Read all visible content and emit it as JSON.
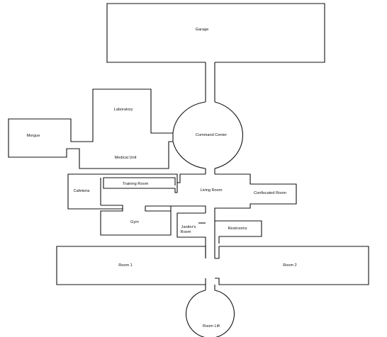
{
  "map": {
    "colors": {
      "wall": "#111111",
      "background": "#ffffff",
      "text": "#111111"
    },
    "rooms": {
      "garage": "Garage",
      "laboratory": "Laboratory",
      "morgue": "Morgue",
      "command_center": "Command Center",
      "medical_unit": "Medical Unit",
      "cafeteria": "Cafeteria",
      "training_room": "Training Room",
      "living_room": "Living Room",
      "confiscated_room": "Confiscated Room",
      "gym": "Gym",
      "janitors_room_line1": "Janitor's",
      "janitors_room_line2": "Room",
      "restrooms": "Restrooms",
      "room_1": "Room 1",
      "room_2": "Room 2",
      "room_lift": "Room Lift"
    }
  }
}
